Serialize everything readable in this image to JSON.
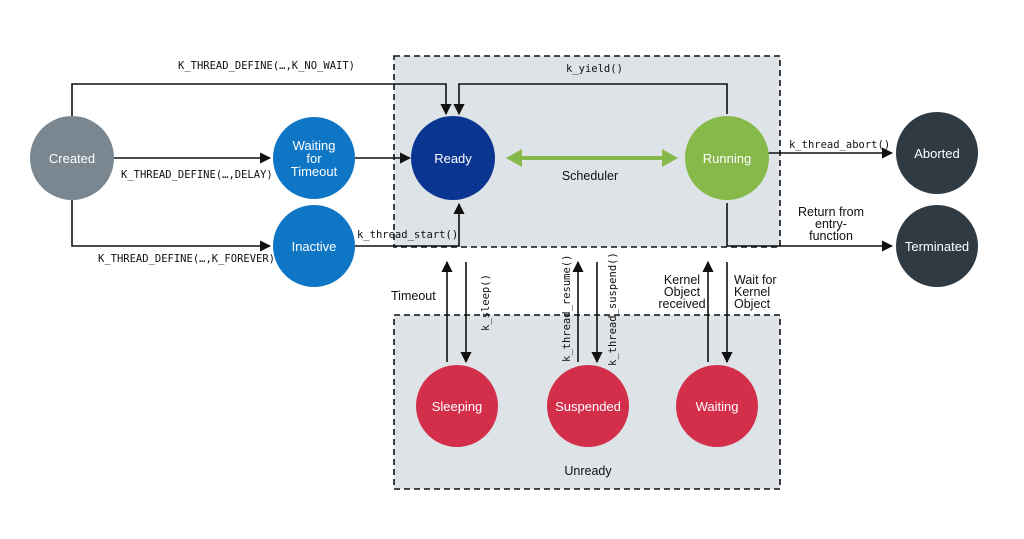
{
  "colors": {
    "created": "#7a8791",
    "blue": "#0f76c6",
    "ready": "#0a3591",
    "running": "#86b94a",
    "dark": "#2f3a43",
    "unready": "#d32f4b",
    "region_fill": "#dde3e7",
    "scheduler_arrow": "#86b94a"
  },
  "nodes": {
    "created": "Created",
    "waiting_timeout": [
      "Waiting",
      "for",
      "Timeout"
    ],
    "inactive": "Inactive",
    "ready": "Ready",
    "running": "Running",
    "aborted": "Aborted",
    "terminated": "Terminated",
    "sleeping": "Sleeping",
    "suspended": "Suspended",
    "waiting": "Waiting"
  },
  "labels": {
    "k_no_wait": "K_THREAD_DEFINE(…,K_NO_WAIT)",
    "k_delay": "K_THREAD_DEFINE(…,DELAY)",
    "k_forever": "K_THREAD_DEFINE(…,K_FOREVER)",
    "k_yield": "k_yield()",
    "k_thread_start": "k_thread_start()",
    "k_thread_abort": "k_thread_abort()",
    "return_from": [
      "Return from",
      "entry-",
      "function"
    ],
    "scheduler": "Scheduler",
    "timeout": "Timeout",
    "k_sleep": "k_sleep()",
    "k_thread_resume": "k_thread_resume()",
    "k_thread_suspend": "k_thread_suspend()",
    "kernel_object_received": [
      "Kernel",
      "Object",
      "received"
    ],
    "wait_for_kernel_object": [
      "Wait for",
      "Kernel",
      "Object"
    ],
    "unready": "Unready"
  }
}
